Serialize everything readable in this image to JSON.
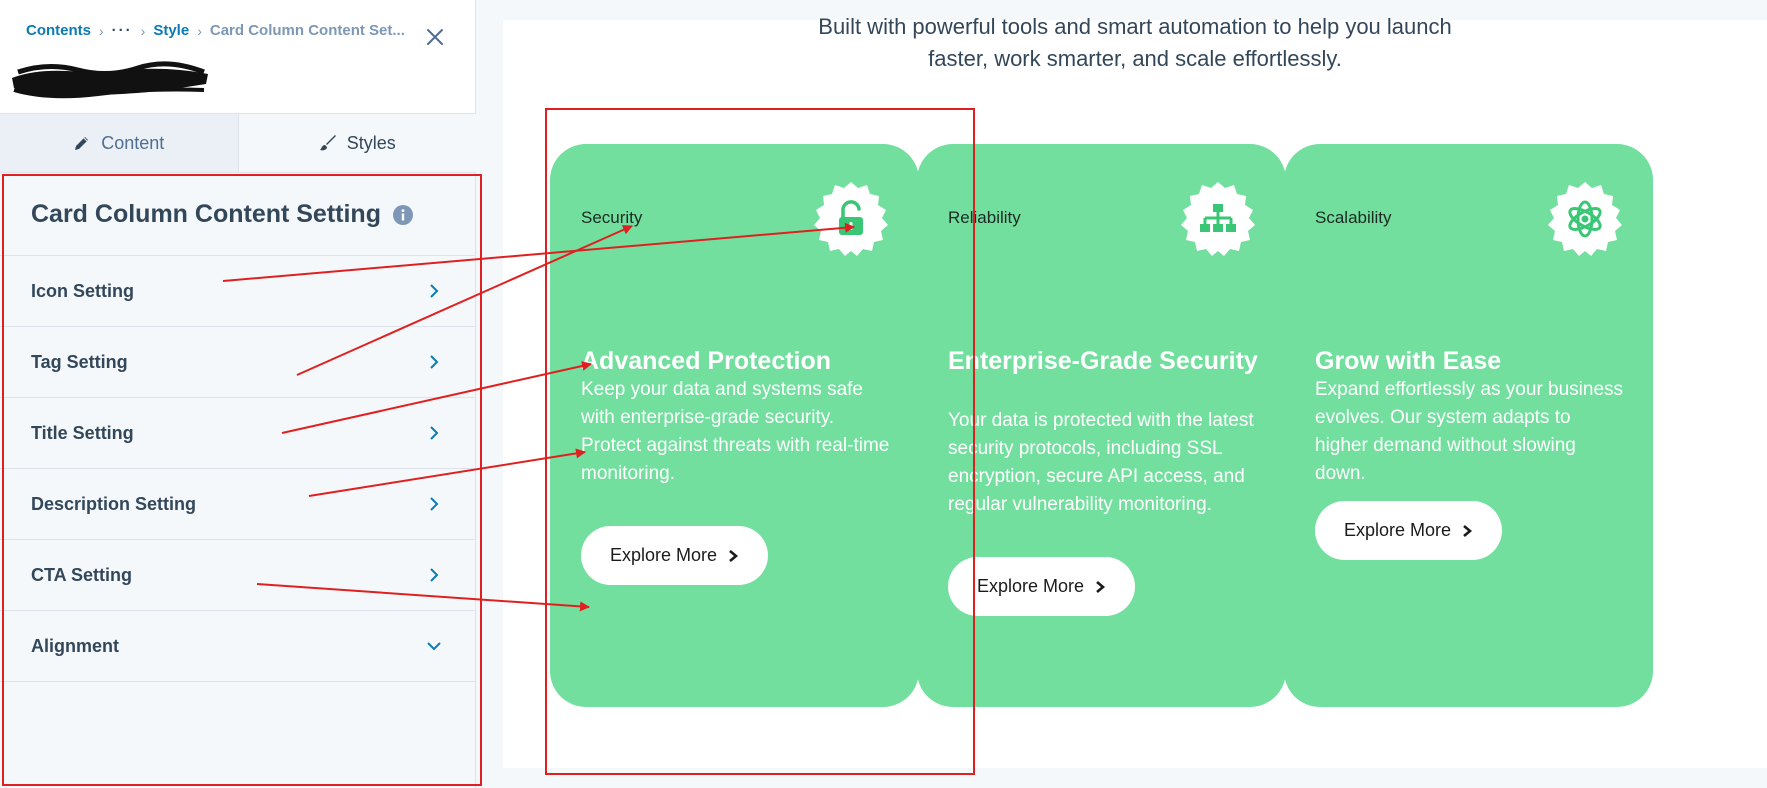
{
  "panel": {
    "breadcrumb": {
      "root": "Contents",
      "ellipsis": "···",
      "parent": "Style",
      "current": "Card Column Content Set..."
    },
    "tabs": [
      {
        "label": "Content",
        "icon": "pencil-icon"
      },
      {
        "label": "Styles",
        "icon": "brush-icon"
      }
    ],
    "section_title": "Card Column Content Setting",
    "settings": [
      {
        "label": "Icon Setting",
        "chevron": "chevron-right-icon"
      },
      {
        "label": "Tag Setting",
        "chevron": "chevron-right-icon"
      },
      {
        "label": "Title Setting",
        "chevron": "chevron-right-icon"
      },
      {
        "label": "Description Setting",
        "chevron": "chevron-right-icon"
      },
      {
        "label": "CTA Setting",
        "chevron": "chevron-right-icon"
      },
      {
        "label": "Alignment",
        "chevron": "chevron-down-icon"
      }
    ]
  },
  "preview": {
    "intro_line1": "Built with powerful tools and smart automation to help you launch",
    "intro_line2": "faster, work smarter, and scale effortlessly.",
    "cards": [
      {
        "tag": "Security",
        "icon": "unlock-icon",
        "title": "Advanced Protection",
        "description": "Keep your data and systems safe with enterprise-grade security. Protect against threats with real-time monitoring.",
        "cta": "Explore More"
      },
      {
        "tag": "Reliability",
        "icon": "network-icon",
        "title": "Enterprise-Grade Security",
        "description": "Your data is protected with the latest security protocols, including SSL encryption, secure API access, and regular vulnerability monitoring.",
        "cta": "Explore More"
      },
      {
        "tag": "Scalability",
        "icon": "atom-icon",
        "title": "Grow with Ease",
        "description": "Expand effortlessly as your business evolves. Our system adapts to higher demand without slowing down.",
        "cta": "Explore More"
      }
    ]
  },
  "colors": {
    "card_bg": "#72df9e",
    "icon_green": "#3ac775",
    "link_blue": "#0b7bb5",
    "annotation_red": "#e02020",
    "text_dark": "#33475b"
  }
}
